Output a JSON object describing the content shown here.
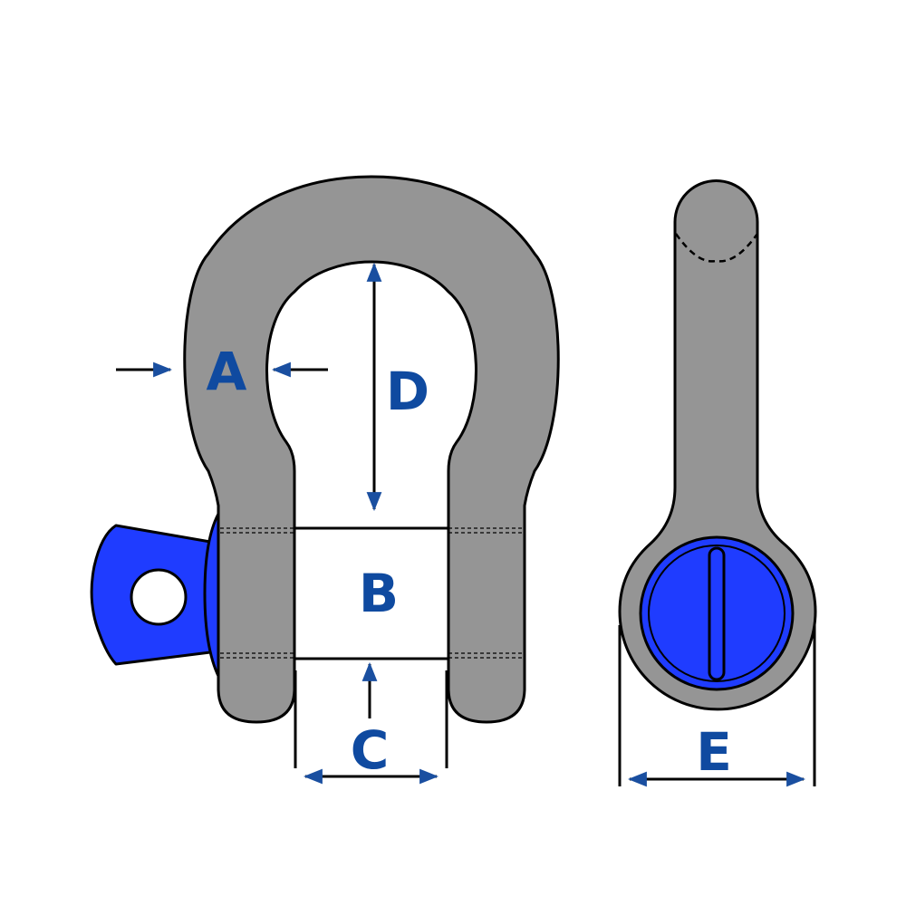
{
  "labels": {
    "a": "A",
    "b": "B",
    "c": "C",
    "d": "D",
    "e": "E"
  },
  "colors": {
    "label": "#0f4aa0",
    "arrow": "#1a4fa0",
    "body": "#959595",
    "pin": "#1f3cff",
    "outline": "#000000",
    "background": "#ffffff"
  }
}
